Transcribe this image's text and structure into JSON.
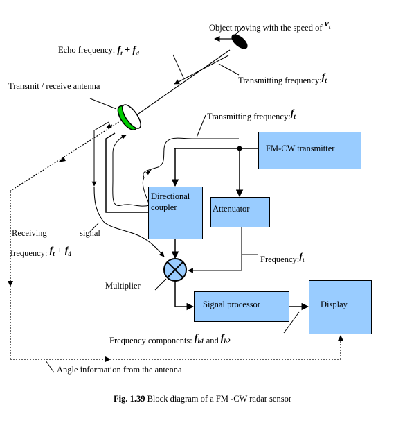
{
  "labels": {
    "object_moving": "Object moving with the speed of",
    "object_speed_symbol": "v",
    "object_speed_sub": "t",
    "echo_frequency": "Echo frequency:",
    "echo_freq_math": "f",
    "echo_freq_sub1": "t",
    "echo_freq_plus": " + f",
    "echo_freq_sub2": "d",
    "transmitting_frequency_1": "Transmitting frequency:",
    "transmitting_frequency_2": "Transmitting frequency:",
    "ft_math": "f",
    "ft_sub": "t",
    "antenna": "Transmit / receive antenna",
    "receiving_signal_1": "Receiving",
    "receiving_signal_2": "signal",
    "receiving_frequency": "frequency:",
    "multiplier": "Multiplier",
    "frequency": "Frequency:",
    "freq_components": "Frequency components:",
    "fb_math": "f",
    "fb1_sub": "b1",
    "fb2_sub": "b2",
    "and": "and",
    "angle_info": "Angle information from the antenna"
  },
  "blocks": {
    "fmcw_transmitter": "FM-CW transmitter",
    "directional_coupler_1": "Directional",
    "directional_coupler_2": "coupler",
    "attenuator": "Attenuator",
    "signal_processor": "Signal processor",
    "display": "Display"
  },
  "caption": {
    "fig": "Fig. 1.39",
    "text": " Block diagram of a FM -CW radar sensor"
  },
  "colors": {
    "block_fill": "#99ccff",
    "antenna_green": "#00cc00",
    "multiplier_fill": "#99ccff"
  }
}
